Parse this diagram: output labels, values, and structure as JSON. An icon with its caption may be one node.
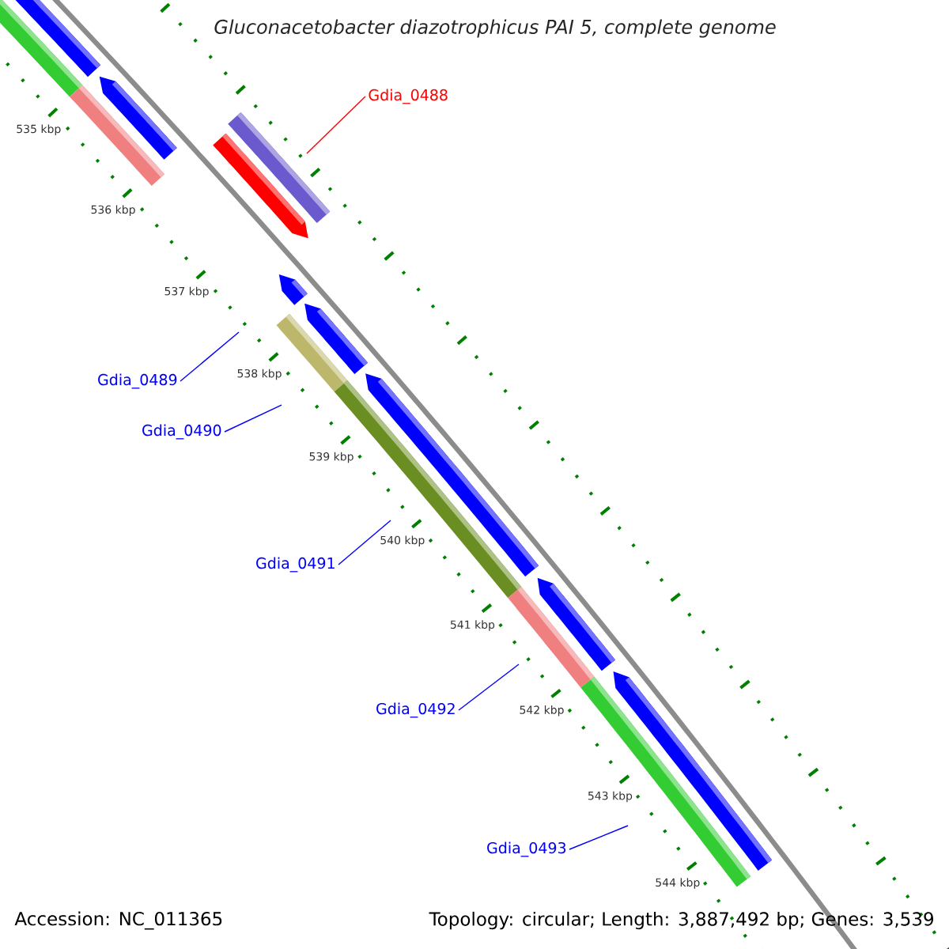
{
  "diagram": {
    "title": "Gluconacetobacter diazotrophicus PAI 5, complete genome",
    "nodes": [
      {
        "text": [
          "Gdia_0488"
        ]
      },
      {
        "text": [
          "Gdia_0489"
        ]
      },
      {
        "text": [
          "Gdia_0490"
        ]
      },
      {
        "text": [
          "Gdia_0491"
        ]
      },
      {
        "text": [
          "Gdia_0492"
        ]
      },
      {
        "text": [
          "Gdia_0493"
        ]
      }
    ],
    "edges": [
      {
        "from": 0,
        "to": null,
        "arrow": "none",
        "color": "#ff0000"
      },
      {
        "from": 1,
        "to": null,
        "arrow": "none"
      },
      {
        "from": 2,
        "to": null,
        "arrow": "none"
      },
      {
        "from": 3,
        "to": null,
        "arrow": "none"
      },
      {
        "from": 4,
        "to": null,
        "arrow": "none"
      },
      {
        "from": 5,
        "to": null,
        "arrow": "none"
      }
    ],
    "labels": [
      "535 kbp",
      "536 kbp",
      "537 kbp",
      "538 kbp",
      "539 kbp",
      "540 kbp",
      "541 kbp",
      "542 kbp",
      "543 kbp",
      "544 kbp",
      "Accession: NC_011365",
      "Topology: circular; Length: 3,887,492 bp; Genes: 3,539"
    ]
  }
}
